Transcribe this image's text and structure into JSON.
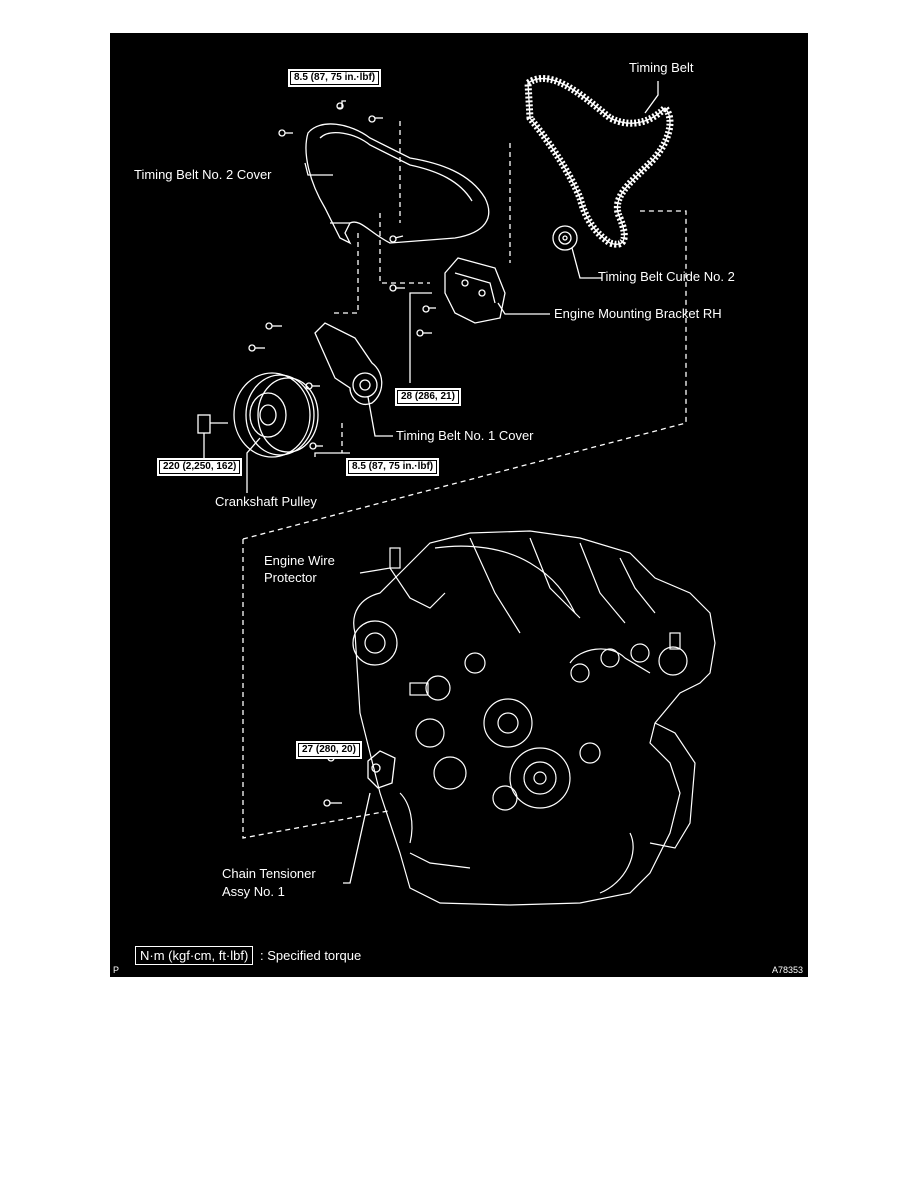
{
  "labels": {
    "timing_belt": "Timing Belt",
    "timing_belt_no2_cover": "Timing Belt No. 2 Cover",
    "timing_belt_guide_no2": "Timing Belt Cuide No. 2",
    "engine_mounting_bracket": "Engine Mounting Bracket RH",
    "timing_belt_no1_cover": "Timing Belt No. 1 Cover",
    "crankshaft_pulley": "Crankshaft Pulley",
    "engine_wire_protector_line1": "Engine Wire",
    "engine_wire_protector_line2": "Protector",
    "chain_tensioner_line1": "Chain Tensioner",
    "chain_tensioner_line2": "Assy No. 1"
  },
  "torques": {
    "cover2_bolt": "8.5 (87, 75 in.·lbf)",
    "bracket_bolt": "28 (286, 21)",
    "crank_bolt": "220 (2,250, 162)",
    "cover1_bolt": "8.5 (87, 75 in.·lbf)",
    "tensioner_bolt": "27 (280, 20)"
  },
  "legend": {
    "unit_box": "N·m (kgf·cm, ft·lbf)",
    "description": ": Specified torque"
  },
  "corner": {
    "left_code": "P",
    "figure_id": "A78353"
  }
}
